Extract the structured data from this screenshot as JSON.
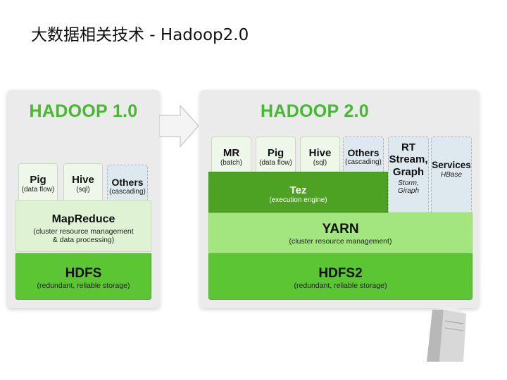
{
  "slide": {
    "title": "大数据相关技术 - Hadoop2.0"
  },
  "hadoop1": {
    "title": "HADOOP 1.0",
    "apps": [
      {
        "name": "Pig",
        "sub": "(data flow)"
      },
      {
        "name": "Hive",
        "sub": "(sql)"
      },
      {
        "name": "Others",
        "sub": "(cascading)"
      }
    ],
    "mapreduce": {
      "name": "MapReduce",
      "sub1": "(cluster resource management",
      "sub2": "& data processing)"
    },
    "hdfs": {
      "name": "HDFS",
      "sub": "(redundant, reliable storage)"
    }
  },
  "hadoop2": {
    "title": "HADOOP 2.0",
    "apps": [
      {
        "name": "MR",
        "sub": "(batch)"
      },
      {
        "name": "Pig",
        "sub": "(data flow)"
      },
      {
        "name": "Hive",
        "sub": "(sql)"
      },
      {
        "name": "Others",
        "sub": "(cascading)"
      }
    ],
    "rt": {
      "line1": "RT",
      "line2": "Stream,",
      "line3": "Graph",
      "sub1": "Storm,",
      "sub2": "Giraph"
    },
    "services": {
      "name": "Services",
      "sub": "HBase"
    },
    "tez": {
      "name": "Tez",
      "sub": "(execution engine)"
    },
    "yarn": {
      "name": "YARN",
      "sub": "(cluster resource management)"
    },
    "hdfs2": {
      "name": "HDFS2",
      "sub": "(redundant, reliable storage)"
    }
  },
  "colors": {
    "title_green": "#48b733",
    "hdfs_green": "#5cc534",
    "yarn_green": "#a3e67f",
    "tez_green": "#4ea223",
    "others_blue": "#dde8ef"
  }
}
